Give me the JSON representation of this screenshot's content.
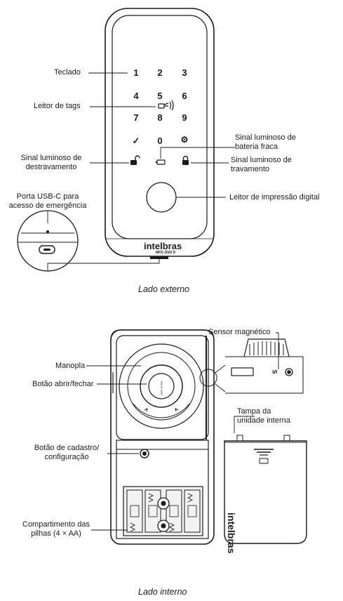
{
  "external": {
    "caption": "Lado externo",
    "keys": [
      "1",
      "2",
      "3",
      "4",
      "5",
      "6",
      "7",
      "8",
      "9",
      "✓",
      "0",
      "⚙"
    ],
    "brand": "intelbras",
    "model": "MFD 2020 D",
    "labels": {
      "keypad": "Teclado",
      "tag_reader": "Leitor de tags",
      "unlock_led_1": "Sinal luminoso de",
      "unlock_led_2": "destravamento",
      "usb_1": "Porta USB-C para",
      "usb_2": "acesso de emergência",
      "low_battery_led_1": "Sinal luminoso de",
      "low_battery_led_2": "bateria fraca",
      "lock_led_1": "Sinal luminoso de",
      "lock_led_2": "travamento",
      "fingerprint": "Leitor de impressão digital"
    }
  },
  "internal": {
    "caption": "Lado interno",
    "brand": "intelbras",
    "knob_text": "abrir fechar",
    "magnet_letter": "S",
    "labels": {
      "knob": "Manopla",
      "open_close": "Botão abrir/fechar",
      "setup_1": "Botão de cadastro/",
      "setup_2": "configuração",
      "battery_1": "Compartimento das",
      "battery_2": "pilhas (4 × AA)",
      "magnetic_sensor": "Sensor magnético",
      "cover_1": "Tampa da",
      "cover_2": "unidade interna"
    }
  }
}
